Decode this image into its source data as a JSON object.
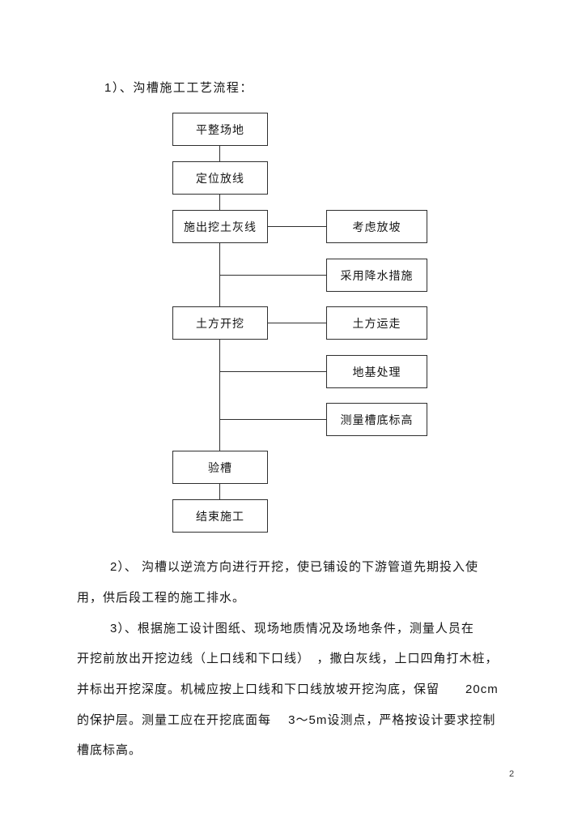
{
  "title": "1）、沟槽施工工艺流程：",
  "flowchart": {
    "main_column": [
      "平整场地",
      "定位放线",
      "施出挖土灰线",
      "土方开挖",
      "验槽",
      "结束施工"
    ],
    "side_column": [
      "考虑放坡",
      "采用降水措施",
      "土方运走",
      "地基处理",
      "测量槽底标高"
    ]
  },
  "paragraphs": {
    "p2": {
      "lines": [
        "2）、 沟槽以逆流方向进行开挖，使已铺设的下游管道先期投入使",
        "用，供后段工程的施工排水。"
      ]
    },
    "p3": {
      "lines": [
        "3）、根据施工设计图纸、现场地质情况及场地条件，测量人员在",
        "开挖前放出开挖边线（上口线和下口线）　，撒白灰线，上口四角打木桩，",
        "并标出开挖深度。机械应按上口线和下口线放坡开挖沟底，保留　　20cm",
        "的保护层。测量工应在开挖底面每　 3～5m设测点，严格按设计要求控制",
        "槽底标高。"
      ]
    }
  },
  "page_number": "2"
}
